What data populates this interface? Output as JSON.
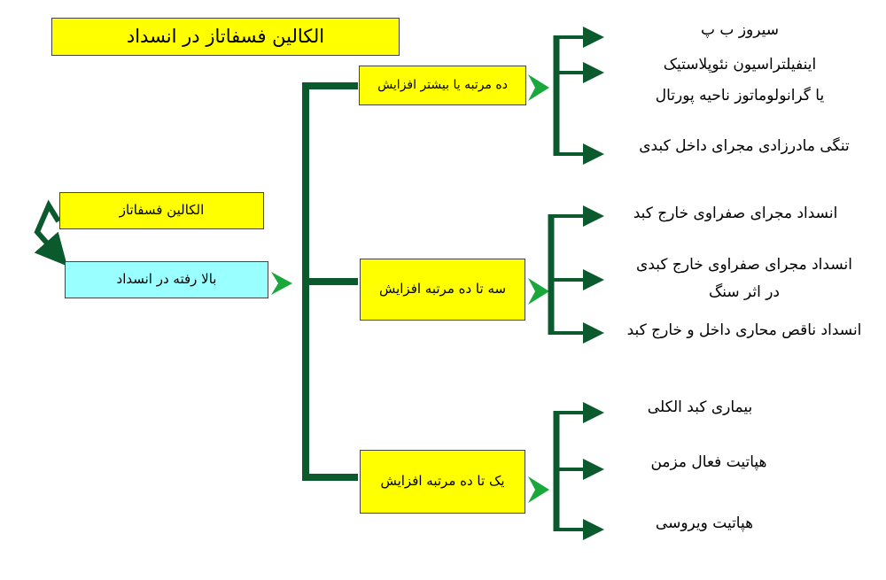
{
  "title": "الکالین فسفاتاز در انسداد",
  "left_box_top": "الکالین فسفاتاز",
  "left_box_bottom": "بالا رفته در انسداد",
  "branches": [
    {
      "label": "ده مرتبه یا بیشتر افزایش",
      "items": [
        [
          "سیروز ب پ"
        ],
        [
          "اینفیلتراسیون نئوپلاستیک",
          "یا گرانولوماتوز ناحیه پورتال"
        ],
        [
          "تنگی مادرزادی مجرای داخل کبدی"
        ]
      ]
    },
    {
      "label": "سه تا ده مرتبه افزایش",
      "items": [
        [
          "انسداد مجرای صفراوی خارج کبد"
        ],
        [
          "انسداد مجرای صفراوی خارج کبدی",
          "در اثر سنگ"
        ],
        [
          "انسداد ناقص محاری داخل و خارج کبد"
        ]
      ]
    },
    {
      "label": "یک تا ده مرتبه افزایش",
      "items": [
        [
          "بیماری کبد الکلی"
        ],
        [
          "هپاتیت فعال مزمن"
        ],
        [
          "هپاتیت ویروسی"
        ]
      ]
    }
  ],
  "colors": {
    "box_yellow": "#ffff00",
    "box_cyan": "#99ffff",
    "connector": "#0b5a2e",
    "pointer": "#1aa83c"
  }
}
